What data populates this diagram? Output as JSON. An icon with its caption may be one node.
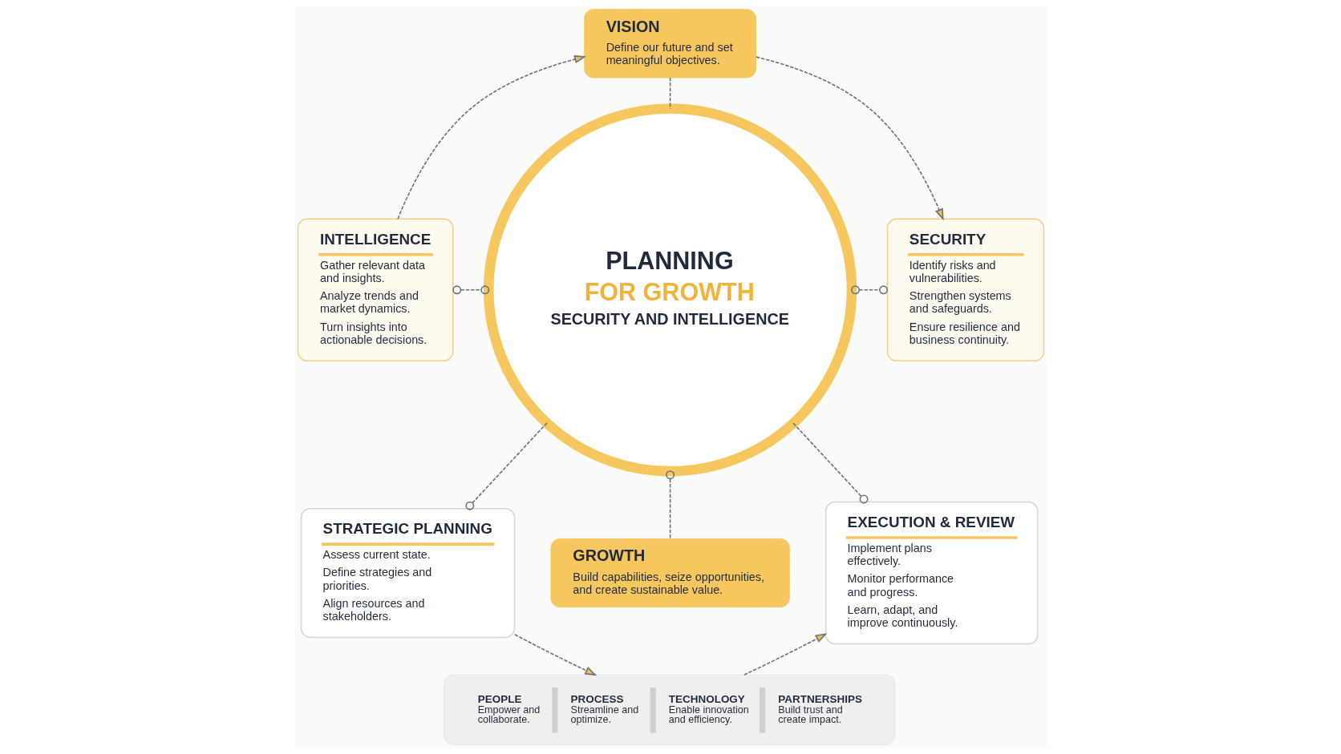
{
  "diagram": {
    "nodes": [
      {
        "text": [
          "VISION",
          "Define our future and set meaningful objectives."
        ]
      },
      {
        "text": [
          "INTELLIGENCE",
          "Gather relevant data and insights.",
          "Analyze trends and market dynamics.",
          "Turn insights into actionable decisions."
        ]
      },
      {
        "text": [
          "PLANNING",
          "FOR GROWTH",
          "SECURITY AND INTELLIGENCE"
        ]
      },
      {
        "text": [
          "SECURITY",
          "Identify risks and vulnerabilities.",
          "Strengthen systems and safeguards.",
          "Ensure resilience and business continuity."
        ]
      },
      {
        "text": [
          "STRATEGIC PLANNING",
          "Assess current state.",
          "Define strategies and priorities.",
          "Align resources and stakeholders."
        ]
      },
      {
        "text": [
          "GROWTH",
          "Build capabilities, seize opportunities, and create sustainable value."
        ]
      },
      {
        "text": [
          "EXECUTION & REVIEW",
          "Implement plans effectively.",
          "Monitor performance and progress.",
          "Learn, adapt, and improve continuously."
        ]
      },
      {
        "text": [
          "PEOPLE",
          "Empower and collaborate.",
          "PROCESS",
          "Streamline and optimize.",
          "TECHNOLOGY",
          "Enable innovation and efficiency.",
          "PARTNERSHIPS",
          "Build trust and create impact."
        ]
      }
    ],
    "edges": [
      {
        "from": 1,
        "to": 0,
        "arrow": "to",
        "style": "dashed"
      },
      {
        "from": 0,
        "to": 3,
        "arrow": "to",
        "style": "dashed"
      },
      {
        "from": 0,
        "to": 2,
        "arrow": "none",
        "style": "dashed"
      },
      {
        "from": 1,
        "to": 2,
        "arrow": "other",
        "style": "dashed"
      },
      {
        "from": 2,
        "to": 3,
        "arrow": "other",
        "style": "dashed"
      },
      {
        "from": 2,
        "to": 4,
        "arrow": "other",
        "style": "dashed"
      },
      {
        "from": 2,
        "to": 5,
        "arrow": "other",
        "style": "dashed"
      },
      {
        "from": 2,
        "to": 6,
        "arrow": "other",
        "style": "dashed"
      },
      {
        "from": 4,
        "to": 7,
        "arrow": "to",
        "style": "dashed"
      },
      {
        "from": 7,
        "to": 6,
        "arrow": "to",
        "style": "dashed"
      }
    ]
  }
}
